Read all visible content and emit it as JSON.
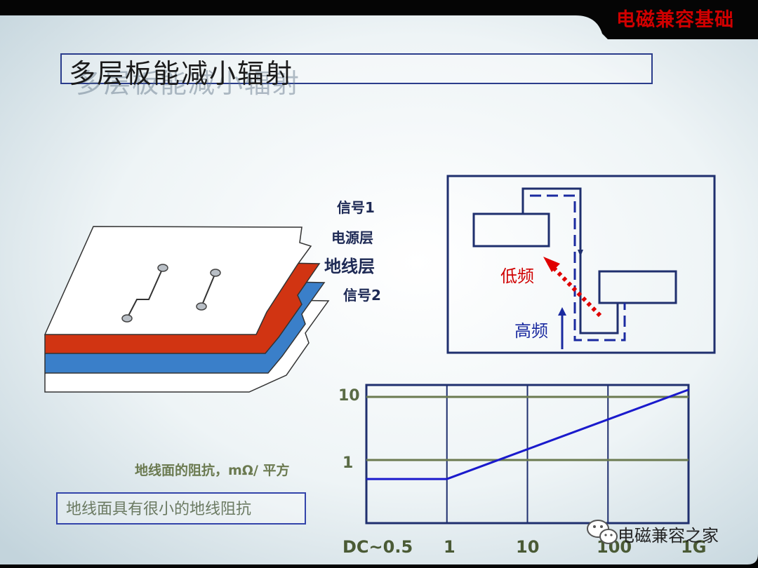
{
  "header": {
    "title": "电磁兼容基础",
    "accent_color": "#d00000"
  },
  "slide": {
    "title": "多层板能减小辐射",
    "caption": "地线面具有很小的地线阻抗"
  },
  "layers": {
    "signal1": "信号1",
    "power": "电源层",
    "ground": "地线层",
    "signal2": "信号2",
    "colors": {
      "top": "#ffffff",
      "power": "#d13412",
      "ground": "#3a7fc9",
      "bottom": "#ffffff"
    }
  },
  "return_path": {
    "low_freq_label": "低频",
    "high_freq_label": "高频"
  },
  "chart_data": {
    "type": "line",
    "ylabel": "地线面的阻抗，mΩ/ 平方",
    "y_ticks": [
      "10",
      "1"
    ],
    "x_ticks": [
      "DC~0.5",
      "1",
      "10",
      "100",
      "1G"
    ],
    "y_scale": "log",
    "series": [
      {
        "x": [
          "DC~0.5",
          "1",
          "1G"
        ],
        "y": [
          0.5,
          0.5,
          13
        ]
      }
    ],
    "line_color": "#1a1acc",
    "grid": true
  },
  "watermark": {
    "icon": "wechat-icon",
    "text": "电磁兼容之家"
  }
}
